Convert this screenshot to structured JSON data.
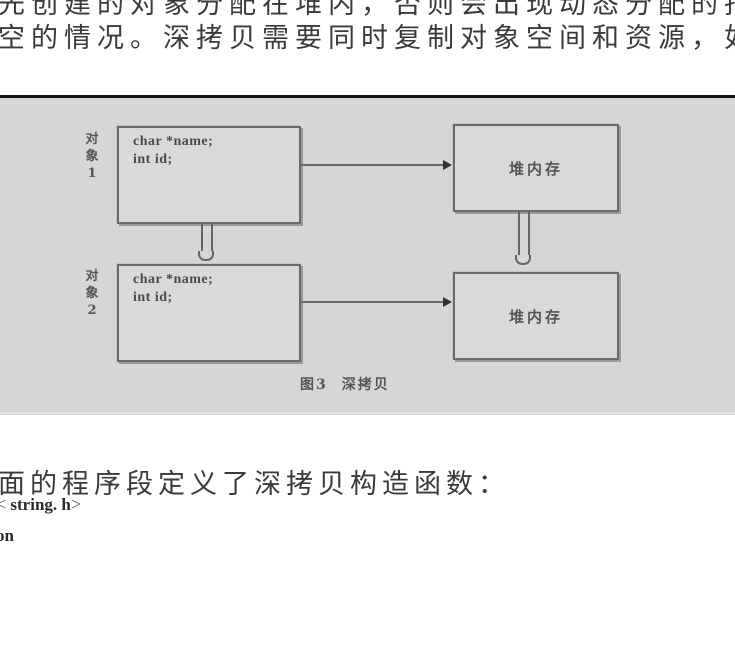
{
  "document": {
    "text_top_partial": "先创建的对象分配在堆内，否则会出现动态分配的指",
    "text_line_2": "空的情况。深拷贝需要同时复制对象空间和资源，如",
    "text_after_figure": "面的程序段定义了深拷贝构造函数：",
    "code_lines": [
      {
        "prefix": "<",
        "text": " string. h",
        "suffix": ">"
      },
      {
        "text": "on"
      }
    ]
  },
  "figure": {
    "caption_number": "图3",
    "caption_title": "深拷贝",
    "objects": [
      {
        "label_lines": [
          "对",
          "象",
          "1"
        ],
        "code": [
          "char *name;",
          "int id;"
        ]
      },
      {
        "label_lines": [
          "对",
          "象",
          "2"
        ],
        "code": [
          "char *name;",
          "int id;"
        ]
      }
    ],
    "heap_boxes": [
      {
        "label": "堆内存"
      },
      {
        "label": "堆内存"
      }
    ],
    "colors": {
      "figure_background": "#d6d6d6",
      "box_border": "#6a6a6a",
      "top_rule": "#111111"
    }
  }
}
